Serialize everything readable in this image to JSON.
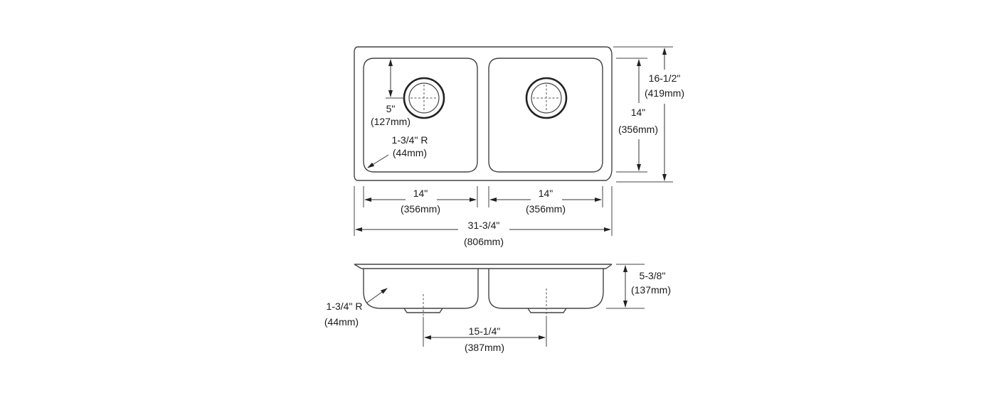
{
  "labels": {
    "bowl_depth_from_back_in": "5\"",
    "bowl_depth_from_back_mm": "(127mm)",
    "corner_radius_top_in": "1-3/4\" R",
    "corner_radius_top_mm": "(44mm)",
    "overall_depth_in": "16-1/2\"",
    "overall_depth_mm": "(419mm)",
    "bowl_front_back_in": "14\"",
    "bowl_front_back_mm": "(356mm)",
    "left_bowl_width_in": "14\"",
    "left_bowl_width_mm": "(356mm)",
    "right_bowl_width_in": "14\"",
    "right_bowl_width_mm": "(356mm)",
    "overall_width_in": "31-3/4\"",
    "overall_width_mm": "(806mm)",
    "bowl_height_in": "5-3/8\"",
    "bowl_height_mm": "(137mm)",
    "corner_radius_side_in": "1-3/4\" R",
    "corner_radius_side_mm": "(44mm)",
    "drain_spacing_in": "15-1/4\"",
    "drain_spacing_mm": "(387mm)"
  }
}
